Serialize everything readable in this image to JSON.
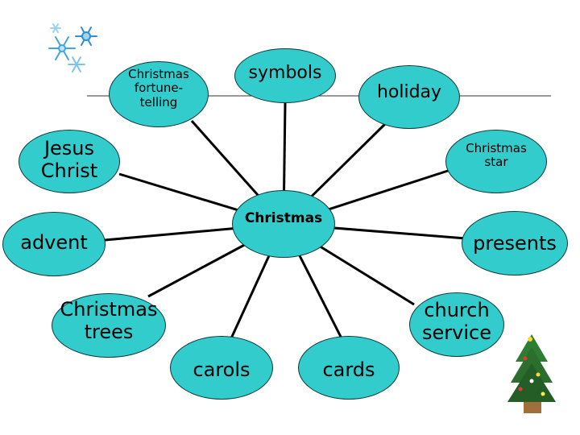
{
  "center": {
    "label": "Christmas"
  },
  "nodes": [
    {
      "id": "symbols",
      "label": "symbols"
    },
    {
      "id": "holiday",
      "label": "holiday"
    },
    {
      "id": "christmas-star",
      "label": "Christmas\nstar"
    },
    {
      "id": "presents",
      "label": "presents"
    },
    {
      "id": "church-service",
      "label": "church\nservice"
    },
    {
      "id": "cards",
      "label": "cards"
    },
    {
      "id": "carols",
      "label": "carols"
    },
    {
      "id": "christmas-trees",
      "label": "Christmas\ntrees"
    },
    {
      "id": "advent",
      "label": "advent"
    },
    {
      "id": "jesus-christ",
      "label": "Jesus\nChrist"
    },
    {
      "id": "fortune-telling",
      "label": "Christmas\nfortune-\ntelling"
    }
  ],
  "colors": {
    "node_fill": "#33cccc",
    "node_border": "#0b3a3a",
    "line": "#000000"
  },
  "decorations": {
    "top_left": "snowflakes-image",
    "bottom_right": "christmas-tree-image"
  }
}
